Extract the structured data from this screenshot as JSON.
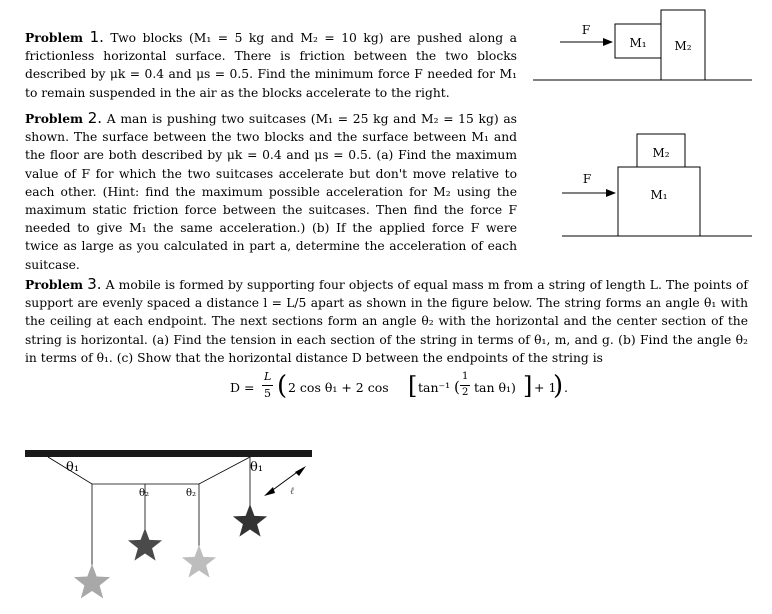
{
  "problem1": {
    "heading": "Problem",
    "number": "1.",
    "text": "Two blocks (M₁ = 5 kg and M₂ = 10 kg) are pushed along a frictionless horizontal surface. There is friction between the two blocks described by μk = 0.4 and μs = 0.5. Find the minimum force F needed for M₁ to remain suspended in the air as the blocks accelerate to the right.",
    "figure": {
      "force_label": "F",
      "block1_label": "M₁",
      "block2_label": "M₂"
    }
  },
  "problem2": {
    "heading": "Problem",
    "number": "2.",
    "text": "A man is pushing two suitcases (M₁ = 25 kg and M₂ = 15 kg) as shown. The surface between the two blocks and the surface between M₁ and the floor are both described by μk = 0.4 and μs = 0.5. (a) Find the maximum value of F for which the two suitcases accelerate but don't move relative to each other. (Hint: find the maximum possible acceleration for M₂ using the maximum static friction force between the suitcases. Then find the force F needed to give M₁ the same acceleration.) (b) If the applied force F were twice as large as you calculated in part a, determine the acceleration of each suitcase.",
    "figure": {
      "force_label": "F",
      "top_block_label": "M₂",
      "bottom_block_label": "M₁"
    }
  },
  "problem3": {
    "heading": "Problem",
    "number": "3.",
    "text": "A mobile is formed by supporting four objects of equal mass m from a string of length L. The points of support are evenly spaced a distance l = L/5 apart as shown in the figure below. The string forms an angle θ₁ with the ceiling at each endpoint. The next sections form an angle θ₂ with the horizontal and the center section of the string is horizontal. (a) Find the tension in each section of the string in terms of θ₁, m, and g. (b) Find the angle θ₂ in terms of θ₁. (c) Show that the horizontal distance D between the endpoints of the string is",
    "equation": {
      "lhs": "D =",
      "frac_num": "L",
      "frac_den": "5",
      "paren_open": "(",
      "term1": "2 cos θ₁ + 2 cos",
      "bracket_open": "[",
      "arctan": "tan⁻¹",
      "inner_open": "(",
      "half_num": "1",
      "half_den": "2",
      "inner_tan": "tan θ₁)",
      "bracket_close": "]",
      "tail": "+ 1",
      "paren_close": ")",
      "period": "."
    },
    "figure": {
      "theta1_left": "θ₁",
      "theta1_right": "θ₁",
      "theta2_left": "θ₂",
      "theta2_right": "θ₂",
      "length_label": "ℓ",
      "colors": {
        "ceiling": "#1a1a1a",
        "star_dark": "#333333",
        "star_mid": "#4a4a4a",
        "star_light": "#bdbdbd",
        "star_lighter": "#a8a8a8"
      }
    }
  }
}
